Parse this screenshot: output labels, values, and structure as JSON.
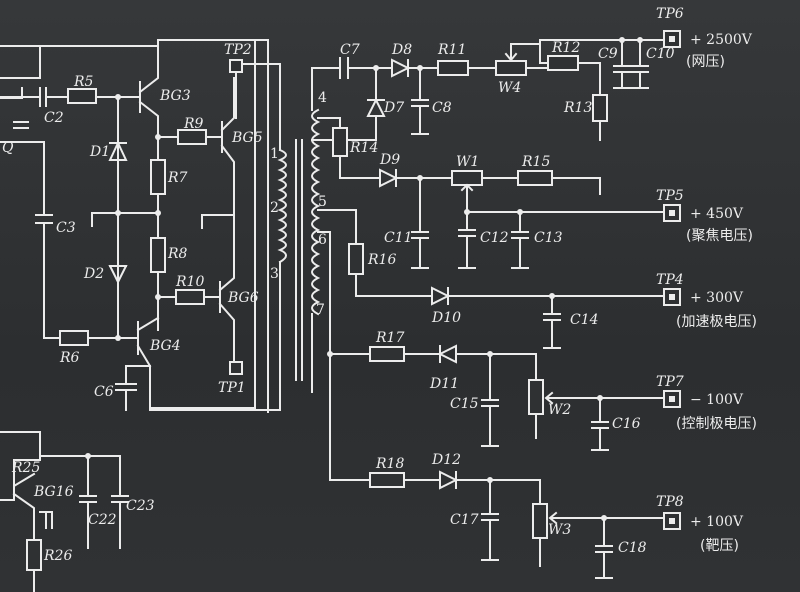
{
  "schematic": {
    "test_points": [
      {
        "id": "tp6",
        "name": "TP6",
        "voltage": "+ 2500V",
        "note": "(网压)"
      },
      {
        "id": "tp5",
        "name": "TP5",
        "voltage": "+ 450V",
        "note": "(聚焦电压)"
      },
      {
        "id": "tp4",
        "name": "TP4",
        "voltage": "+ 300V",
        "note": "(加速极电压)"
      },
      {
        "id": "tp7",
        "name": "TP7",
        "voltage": "− 100V",
        "note": "(控制极电压)"
      },
      {
        "id": "tp8",
        "name": "TP8",
        "voltage": "+ 100V",
        "note": "(靶压)"
      },
      {
        "id": "tp2",
        "name": "TP2"
      },
      {
        "id": "tp1",
        "name": "TP1"
      }
    ],
    "resistors": [
      "R5",
      "R9",
      "R7",
      "R8",
      "R10",
      "R6",
      "R11",
      "R12",
      "R13",
      "R14",
      "R15",
      "R16",
      "R17",
      "R18",
      "R25",
      "R26"
    ],
    "capacitors": [
      "C2",
      "C3",
      "C6",
      "C7",
      "C8",
      "C9",
      "C10",
      "C11",
      "C12",
      "C13",
      "C14",
      "C15",
      "C16",
      "C17",
      "C18",
      "C22",
      "C23"
    ],
    "diodes": [
      "D1",
      "D2",
      "D7",
      "D8",
      "D9",
      "D10",
      "D11",
      "D12"
    ],
    "transistors": [
      "BG3",
      "BG4",
      "BG5",
      "BG6",
      "BG16"
    ],
    "potentiometers": [
      "W1",
      "W2",
      "W3",
      "W4"
    ],
    "transformer_pins": [
      "1",
      "2",
      "3",
      "4",
      "5",
      "6",
      "7"
    ],
    "misc_labels": [
      "Q"
    ]
  }
}
